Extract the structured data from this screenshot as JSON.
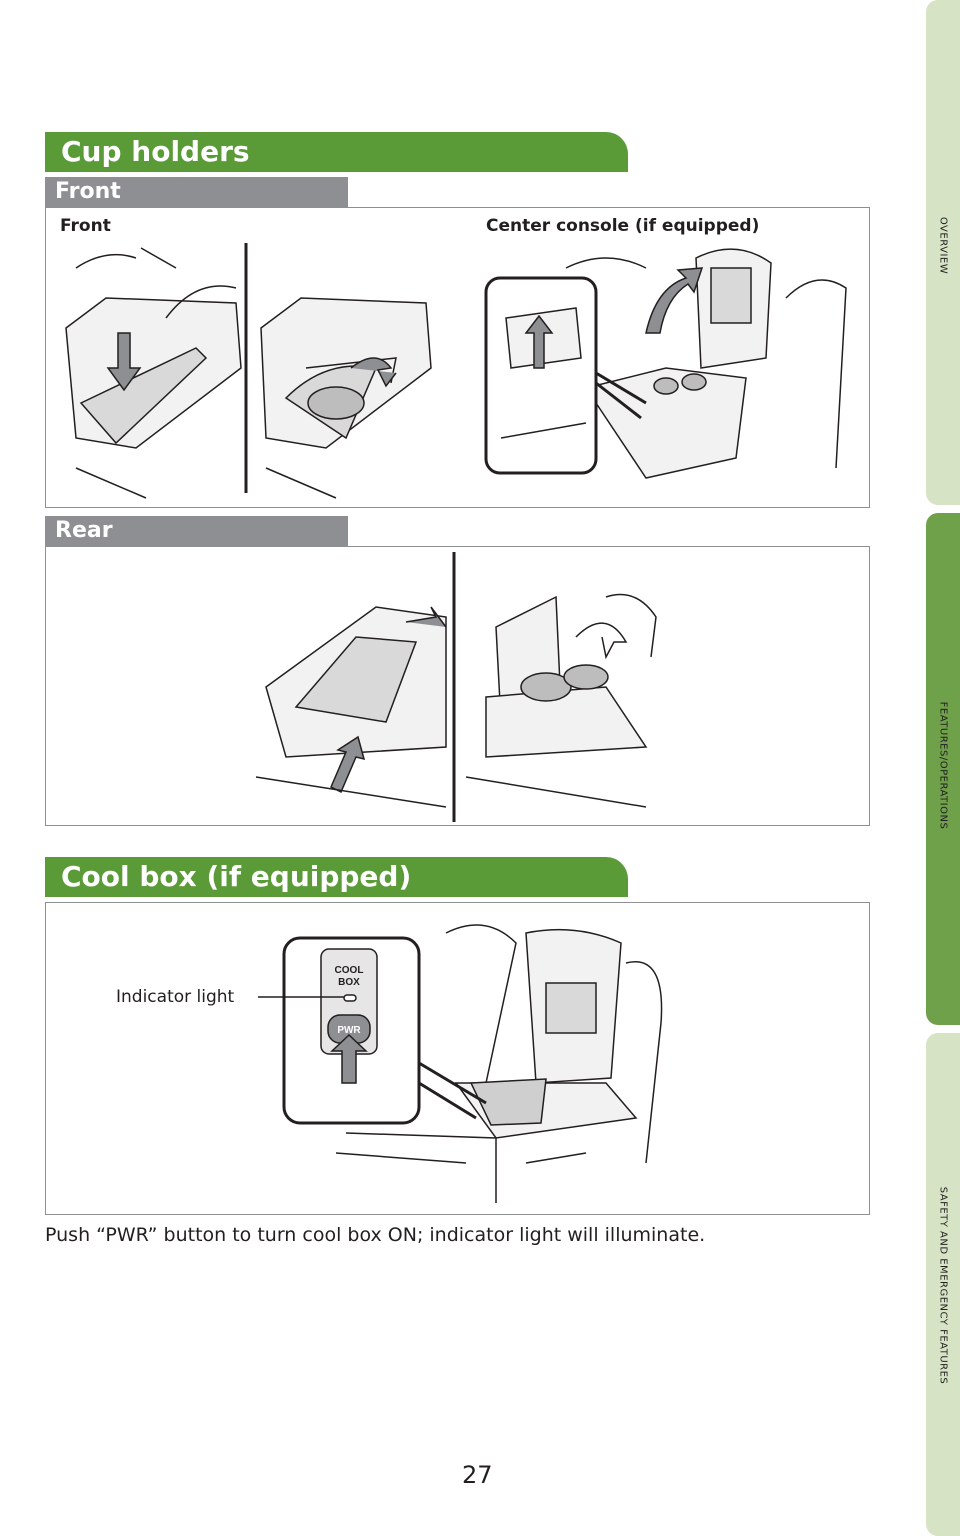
{
  "side_tabs": [
    {
      "label": "OVERVIEW",
      "active": false
    },
    {
      "label": "FEATURES/OPERATIONS",
      "active": true
    },
    {
      "label": "SAFETY AND EMERGENCY FEATURES",
      "active": false
    }
  ],
  "cup_holders": {
    "title": "Cup holders",
    "front_heading": "Front",
    "front_label": "Front",
    "center_console_label": "Center console (if equipped)",
    "rear_heading": "Rear"
  },
  "cool_box": {
    "title": "Cool box (if equipped)",
    "indicator_label": "Indicator light",
    "switch_text_top": "COOL",
    "switch_text_mid": "BOX",
    "button_text": "PWR",
    "caption": "Push “PWR” button to turn cool box ON; indicator light will illuminate."
  },
  "page_number": "27",
  "colors": {
    "section_green": "#5a9a37",
    "tab_active": "#6fa04a",
    "tab_inactive": "#d6e3c4",
    "sub_heading_gray": "#8e8f92"
  }
}
